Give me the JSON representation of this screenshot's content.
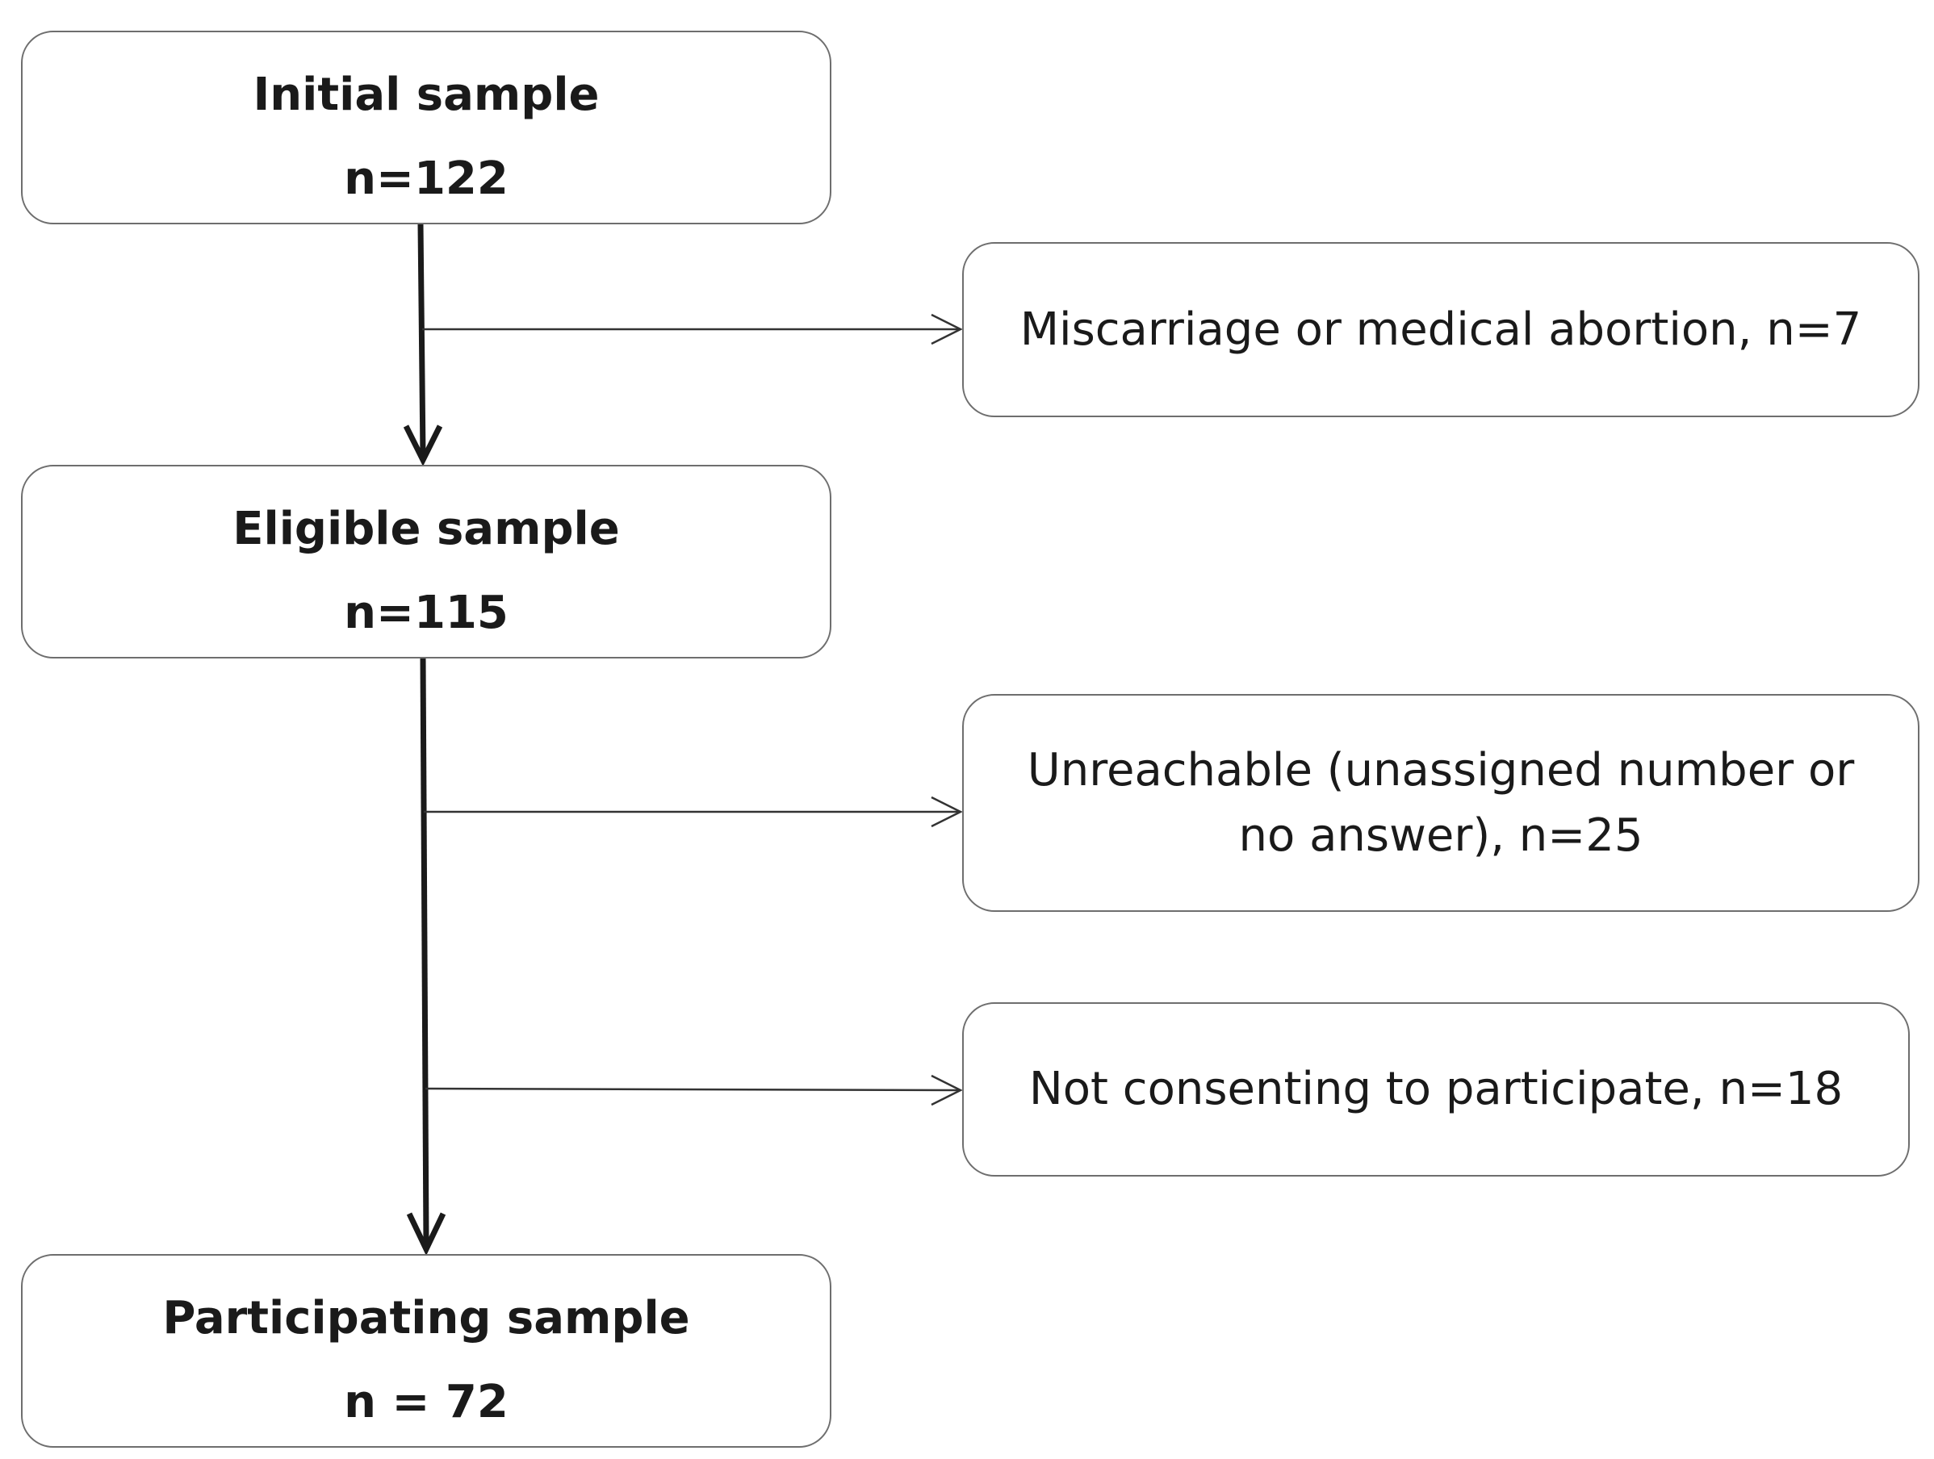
{
  "flowchart": {
    "nodes": {
      "initial": {
        "title": "Initial sample",
        "count": "n=122"
      },
      "eligible": {
        "title": "Eligible sample",
        "count": "n=115"
      },
      "participating": {
        "title": "Participating sample",
        "count": "n = 72"
      }
    },
    "exclusions": [
      {
        "label": "Miscarriage or medical abortion, n=7"
      },
      {
        "label": "Unreachable (unassigned number or no answer), n=25"
      },
      {
        "label": "Not consenting to participate, n=18"
      }
    ],
    "edges": [
      {
        "from": "initial",
        "to": "eligible",
        "style": "thick"
      },
      {
        "from": "initial",
        "to": "exclusion-1",
        "style": "thin"
      },
      {
        "from": "eligible",
        "to": "participating",
        "style": "thick"
      },
      {
        "from": "eligible",
        "to": "exclusion-2",
        "style": "thin"
      },
      {
        "from": "eligible",
        "to": "exclusion-3",
        "style": "thin"
      }
    ],
    "colors": {
      "box_border": "#6e6e6e",
      "arrow": "#1a1a1a",
      "text": "#1a1a1a",
      "background": "#ffffff"
    }
  }
}
